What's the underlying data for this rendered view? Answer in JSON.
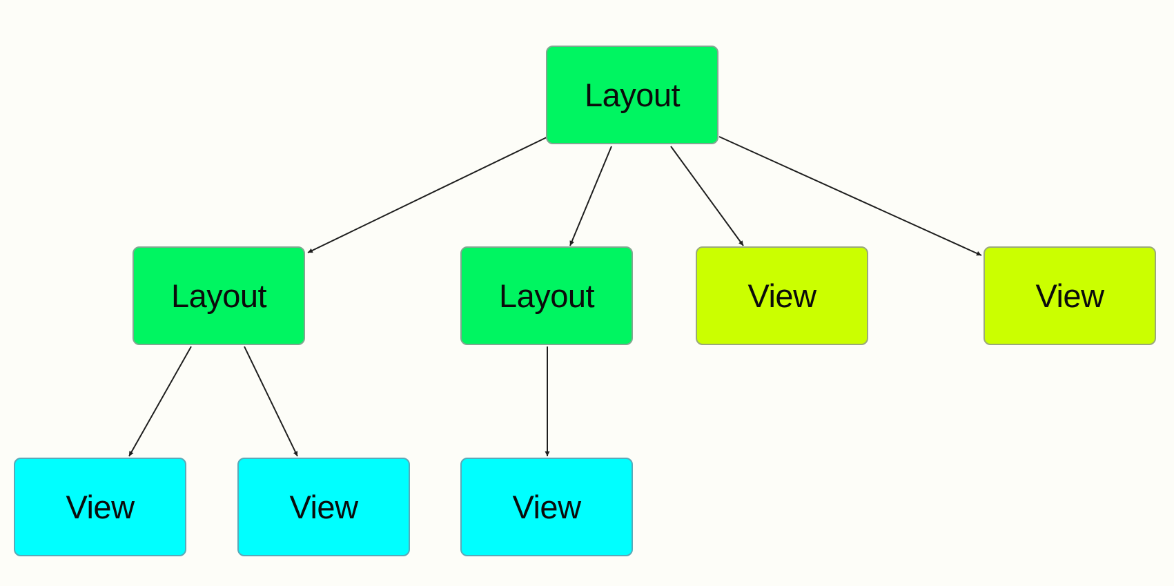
{
  "diagram": {
    "colors": {
      "layout": "#00f561",
      "view_leaf_top": "#cbff00",
      "view_leaf_bottom": "#00ffff",
      "edge": "#1e1e1e",
      "background": "#fdfdf8"
    },
    "nodes": [
      {
        "id": "n-root",
        "label": "Layout",
        "kind": "layout"
      },
      {
        "id": "n-layout-a",
        "label": "Layout",
        "kind": "layout"
      },
      {
        "id": "n-layout-b",
        "label": "Layout",
        "kind": "layout"
      },
      {
        "id": "n-view-c",
        "label": "View",
        "kind": "view-green"
      },
      {
        "id": "n-view-d",
        "label": "View",
        "kind": "view-green"
      },
      {
        "id": "n-view-a1",
        "label": "View",
        "kind": "view-cyan"
      },
      {
        "id": "n-view-a2",
        "label": "View",
        "kind": "view-cyan"
      },
      {
        "id": "n-view-b1",
        "label": "View",
        "kind": "view-cyan"
      }
    ],
    "edges": [
      {
        "from": "n-root",
        "to": "n-layout-a"
      },
      {
        "from": "n-root",
        "to": "n-layout-b"
      },
      {
        "from": "n-root",
        "to": "n-view-c"
      },
      {
        "from": "n-root",
        "to": "n-view-d"
      },
      {
        "from": "n-layout-a",
        "to": "n-view-a1"
      },
      {
        "from": "n-layout-a",
        "to": "n-view-a2"
      },
      {
        "from": "n-layout-b",
        "to": "n-view-b1"
      }
    ]
  }
}
